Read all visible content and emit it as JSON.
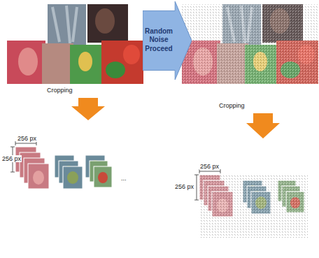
{
  "diagram": {
    "nodes": [
      {
        "text": [
          "Random Noise Proceed"
        ]
      }
    ],
    "labels": [
      "Cropping",
      "Cropping",
      "256 px",
      "256 px",
      "256 px",
      "256 px",
      "..."
    ]
  }
}
